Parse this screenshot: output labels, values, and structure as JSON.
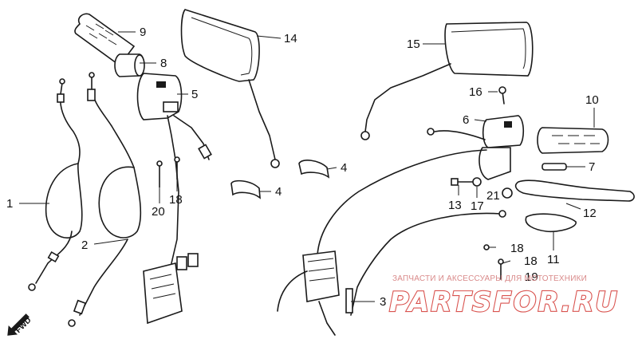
{
  "callouts": {
    "c1": "1",
    "c2": "2",
    "c3": "3",
    "c4a": "4",
    "c4b": "4",
    "c5": "5",
    "c6": "6",
    "c7": "7",
    "c8": "8",
    "c9": "9",
    "c10": "10",
    "c11": "11",
    "c12": "12",
    "c13": "13",
    "c14": "14",
    "c15": "15",
    "c16": "16",
    "c17": "17",
    "c18a": "18",
    "c18b": "18",
    "c18c": "18",
    "c19": "19",
    "c20": "20",
    "c21": "21"
  },
  "fwd_label": "FWD",
  "watermark": {
    "caption": "ЗАПЧАСТИ И АКСЕССУАРЫ ДЛЯ МОТОТЕХНИКИ",
    "logo": "PARTSFOR.RU",
    "color": "#d9534f"
  },
  "icons": {
    "fwd_arrow": "fwd-arrow-icon"
  }
}
